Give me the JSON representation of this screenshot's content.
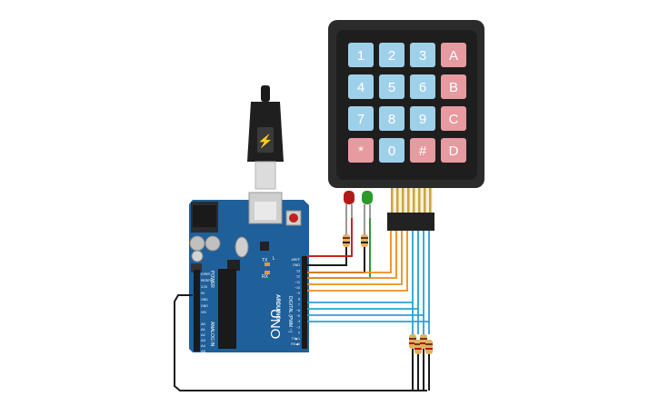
{
  "keypad": {
    "keys": [
      {
        "label": "1",
        "kind": "digit"
      },
      {
        "label": "2",
        "kind": "digit"
      },
      {
        "label": "3",
        "kind": "digit"
      },
      {
        "label": "A",
        "kind": "letter"
      },
      {
        "label": "4",
        "kind": "digit"
      },
      {
        "label": "5",
        "kind": "digit"
      },
      {
        "label": "6",
        "kind": "digit"
      },
      {
        "label": "B",
        "kind": "letter"
      },
      {
        "label": "7",
        "kind": "digit"
      },
      {
        "label": "8",
        "kind": "digit"
      },
      {
        "label": "9",
        "kind": "digit"
      },
      {
        "label": "C",
        "kind": "letter"
      },
      {
        "label": "*",
        "kind": "letter"
      },
      {
        "label": "0",
        "kind": "digit"
      },
      {
        "label": "#",
        "kind": "letter"
      },
      {
        "label": "D",
        "kind": "letter"
      }
    ]
  },
  "board": {
    "brand": "ARDUINO",
    "model": "UNO",
    "power_header": "POWER",
    "analog_header": "ANALOG IN",
    "digital_header": "DIGITAL (PWM ~)",
    "tx_label": "TX",
    "rx_label": "RX",
    "l_label": "L",
    "power_pins": [
      "IOREF",
      "RESET",
      "3.3V",
      "5V",
      "GND",
      "GND",
      "VIN"
    ],
    "analog_pins": [
      "A0",
      "A1",
      "A2",
      "A3",
      "A4",
      "A5"
    ],
    "digital_pins": [
      "AREF",
      "GND",
      "13",
      "12",
      "~11",
      "~10",
      "~9",
      "8",
      "7",
      "~6",
      "~5",
      "4",
      "~3",
      "2",
      "TX▶1",
      "RX◀0"
    ]
  },
  "leds": [
    {
      "name": "red-led",
      "color": "#b21a1a"
    },
    {
      "name": "green-led",
      "color": "#2a9a2a"
    }
  ],
  "colors": {
    "keypad_body": "#2b2b2b",
    "key_blue": "#9fd0ea",
    "key_red": "#e79aa0",
    "board": "#1f5f9a",
    "wire_orange": "#f08c1a",
    "wire_blue": "#2aa0d8",
    "wire_red": "#cc2222",
    "wire_green": "#2c9a2c",
    "wire_black": "#1a1a1a"
  }
}
